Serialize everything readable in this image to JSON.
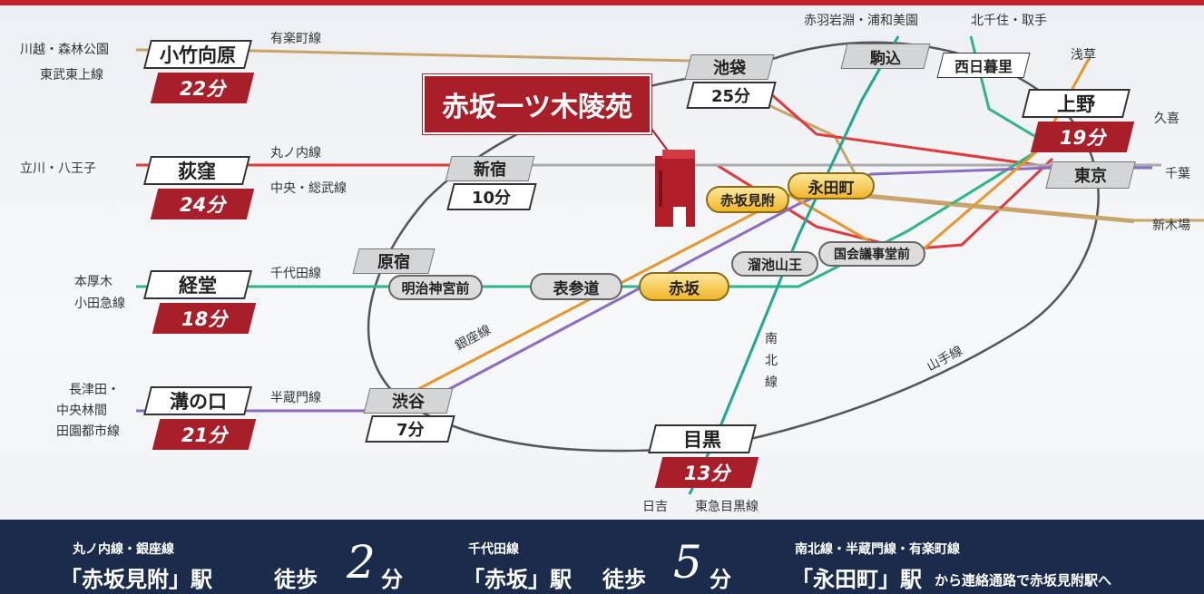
{
  "colors": {
    "accent": "#a81f2a",
    "navy": "#1b2b4c",
    "marunouchi": "#e03a3a",
    "ginza": "#e8962a",
    "chiyoda": "#2fb58a",
    "hanzomon": "#8a6cc0",
    "namboku": "#1fa890",
    "yurakucho": "#c9a46a",
    "yamanote": "#555555",
    "chuo_sobu": "#999999"
  },
  "title": "赤坂一ツ木陵苑",
  "line_labels": {
    "yurakucho": "有楽町線",
    "marunouchi": "丸ノ内線",
    "chuo_sobu": "中央・総武線",
    "chiyoda": "千代田線",
    "hanzomon": "半蔵門線",
    "ginza": "銀座線",
    "yamanote": "山手線",
    "namboku": "南北線"
  },
  "destinations": {
    "kawagoe": "川越・森林公園",
    "tobu_tojo": "東武東上線",
    "tachikawa": "立川・八王子",
    "honatsugi": "本厚木",
    "odakyu": "小田急線",
    "nagatsuta": "長津田・",
    "chuorinkan": "中央林間",
    "dento": "田園都市線",
    "akabane": "赤羽岩淵・浦和美園",
    "kitasenju": "北千住・取手",
    "asakusa": "浅草",
    "kuki": "久喜",
    "chiba": "千葉",
    "shinkiba": "新木場",
    "hiyoshi": "日吉",
    "meguro_line": "東急目黒線"
  },
  "stations": {
    "kotakemukaihara": {
      "name": "小竹向原",
      "time": "22分"
    },
    "ogikubo": {
      "name": "荻窪",
      "time": "24分"
    },
    "kyodo": {
      "name": "経堂",
      "time": "18分"
    },
    "mizonokuchi": {
      "name": "溝の口",
      "time": "21分"
    },
    "ikebukuro": {
      "name": "池袋",
      "time": "25分"
    },
    "shinjuku": {
      "name": "新宿",
      "time": "10分"
    },
    "shibuya": {
      "name": "渋谷",
      "time": "7分"
    },
    "meguro": {
      "name": "目黒",
      "time": "13分"
    },
    "ueno": {
      "name": "上野",
      "time": "19分"
    },
    "tokyo": {
      "name": "東京"
    },
    "komagome": {
      "name": "駒込"
    },
    "nishinippori": {
      "name": "西日暮里"
    },
    "harajuku": {
      "name": "原宿"
    },
    "meijijingumae": {
      "name": "明治神宮前"
    },
    "omotesando": {
      "name": "表参道"
    },
    "akasaka": {
      "name": "赤坂"
    },
    "akasakamitsuke": {
      "name": "赤坂見附"
    },
    "nagatacho": {
      "name": "永田町"
    },
    "tameikesanno": {
      "name": "溜池山王"
    },
    "kokkaigijidomae": {
      "name": "国会議事堂前"
    }
  },
  "footer": {
    "item1": {
      "lines": "丸ノ内線・銀座線",
      "station": "「赤坂見附」駅",
      "walk": "徒歩",
      "minutes": "2",
      "unit": "分"
    },
    "item2": {
      "lines": "千代田線",
      "station": "「赤坂」駅",
      "walk": "徒歩",
      "minutes": "5",
      "unit": "分"
    },
    "item3": {
      "lines": "南北線・半蔵門線・有楽町線",
      "station": "「永田町」駅",
      "note": "から連絡通路で赤坂見附駅へ"
    }
  }
}
